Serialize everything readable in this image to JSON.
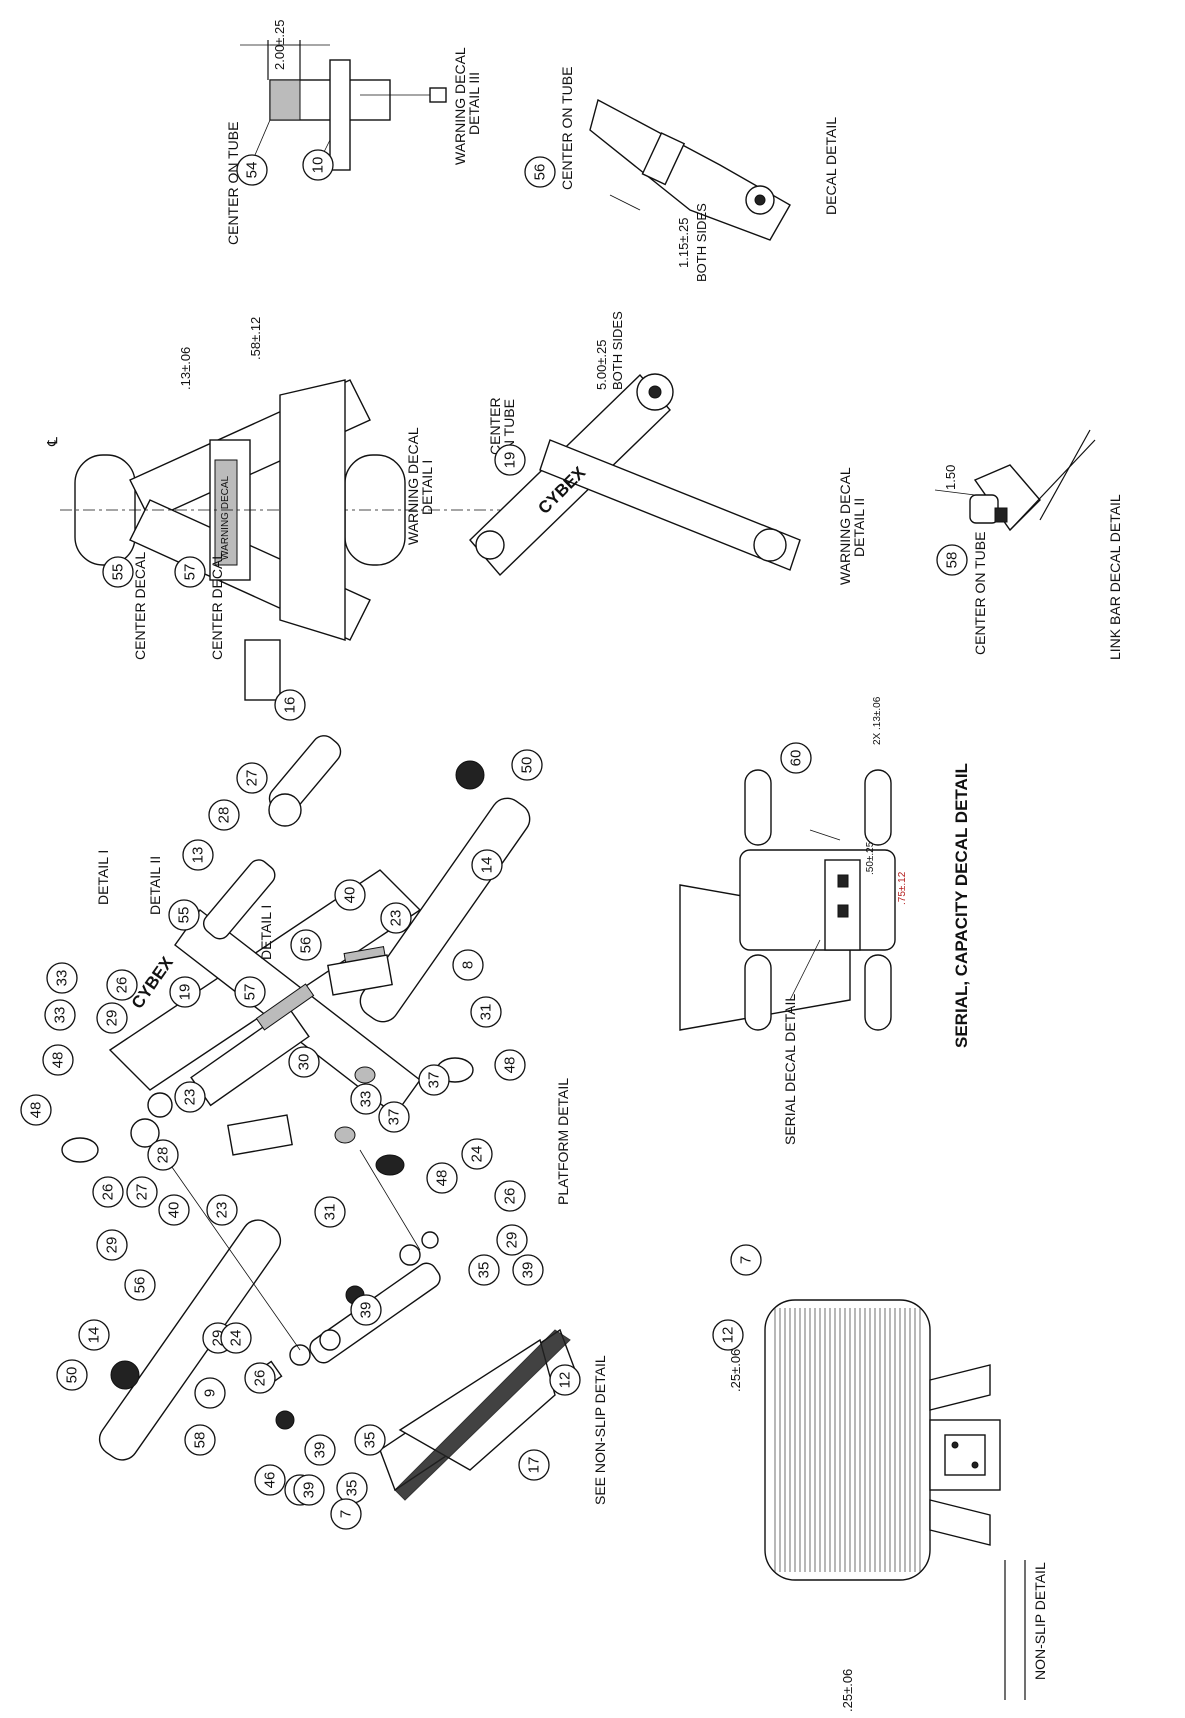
{
  "labels": {
    "center_on_tube_1": "CENTER ON TUBE",
    "warning_decal_detail_iii": "WARNING DECAL\nDETAIL III",
    "center_on_tube_2": "CENTER ON TUBE",
    "decal_detail": "DECAL DETAIL",
    "both_sides_1": "BOTH SIDES",
    "center_decal_1": "CENTER DECAL",
    "center_decal_2": "CENTER DECAL",
    "warning_decal_detail_i": "WARNING DECAL\nDETAIL I",
    "center_on_tube_3": "CENTER\nON TUBE",
    "both_sides_2": "BOTH SIDES",
    "warning_decal_detail_ii": "WARNING DECAL\nDETAIL II",
    "center_on_tube_4": "CENTER ON TUBE",
    "link_bar_decal_detail": "LINK BAR DECAL DETAIL",
    "detail_i_a": "DETAIL I",
    "detail_ii": "DETAIL II",
    "detail_i_b": "DETAIL I",
    "platform_detail": "PLATFORM DETAIL",
    "see_non_slip_detail": "SEE NON-SLIP DETAIL",
    "serial_capacity_decal_detail": "SERIAL, CAPACITY DECAL DETAIL",
    "serial_decal_detail": "SERIAL DECAL DETAIL",
    "non_slip_detail": "NON-SLIP DETAIL",
    "warning_decal_text": "WARNING DECAL",
    "cybex_logo": "CYBEX",
    "centerline_symbol": "℄"
  },
  "dimensions": {
    "d1": "2.00±.25",
    "d2": "1.15±.25",
    "d3": ".13±.06",
    "d4": ".58±.12",
    "d5": "5.00±.25",
    "d6": "1.50",
    "d7": "2X .13±.06",
    "d8": ".50±.25",
    "d9": ".75±.12",
    "d10": ".25±.06",
    "d11": ".25±.06"
  },
  "callouts": [
    "54",
    "10",
    "56",
    "55",
    "57",
    "19",
    "58",
    "16",
    "27",
    "28",
    "13",
    "50",
    "14",
    "8",
    "40",
    "23",
    "56",
    "57",
    "55",
    "19",
    "33",
    "26",
    "29",
    "33",
    "48",
    "48",
    "30",
    "31",
    "48",
    "37",
    "37",
    "33",
    "23",
    "28",
    "27",
    "26",
    "29",
    "40",
    "23",
    "56",
    "31",
    "48",
    "24",
    "26",
    "29",
    "39",
    "35",
    "14",
    "50",
    "29",
    "9",
    "58",
    "46",
    "39",
    "35",
    "26",
    "24",
    "46",
    "39",
    "35",
    "39",
    "7",
    "12",
    "17",
    "60",
    "7",
    "12"
  ]
}
